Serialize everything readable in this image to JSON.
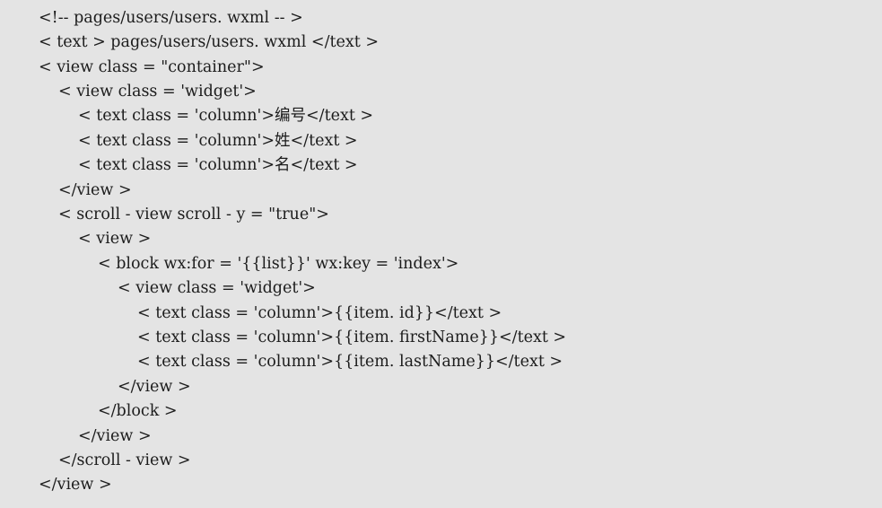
{
  "code": {
    "lines": [
      "<!-- pages/users/users. wxml -- >",
      "< text > pages/users/users. wxml </text >",
      "< view class = \"container\">",
      "< view class = 'widget'>",
      "< text class = 'column'>编号</text >",
      "< text class = 'column'>姓</text >",
      "< text class = 'column'>名</text >",
      "</view >",
      "< scroll - view scroll - y = \"true\">",
      "< view >",
      "< block wx:for = '{{list}}' wx:key = 'index'>",
      "< view class = 'widget'>",
      "< text class = 'column'>{{item. id}}</text >",
      "< text class = 'column'>{{item. firstName}}</text >",
      "< text class = 'column'>{{item. lastName}}</text >",
      "</view >",
      "</block >",
      "</view >",
      "</scroll - view >",
      "</view >"
    ]
  }
}
